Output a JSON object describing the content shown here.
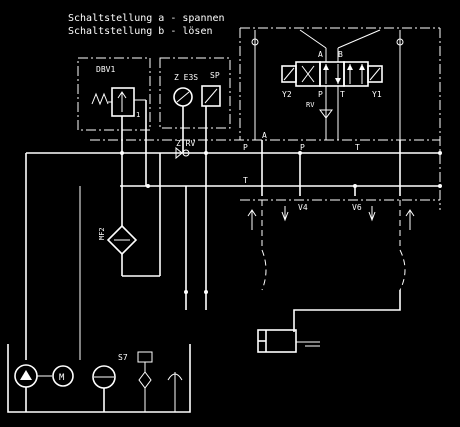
{
  "legend": {
    "line_a": "Schaltstellung a - spannen",
    "line_b": "Schaltstellung b - lösen"
  },
  "labels": {
    "dbv": "DBV1",
    "z_e3s": "Z E3S",
    "sp": "SP",
    "z_rv": "Z RV",
    "y_left": "Y2",
    "y_right": "Y1",
    "port_a": "A",
    "port_b": "B",
    "port_p": "P",
    "port_t": "T",
    "rv": "RV",
    "filter": "MF2",
    "p_left": "P",
    "t_left": "T",
    "line_a_port": "A",
    "line_p_port": "P",
    "line_t_port": "T",
    "v4": "V4",
    "v6": "V6",
    "s7": "S7",
    "motor": "M",
    "one": "1"
  },
  "colors": {
    "background": "#000000",
    "lines": "#ffffff"
  }
}
